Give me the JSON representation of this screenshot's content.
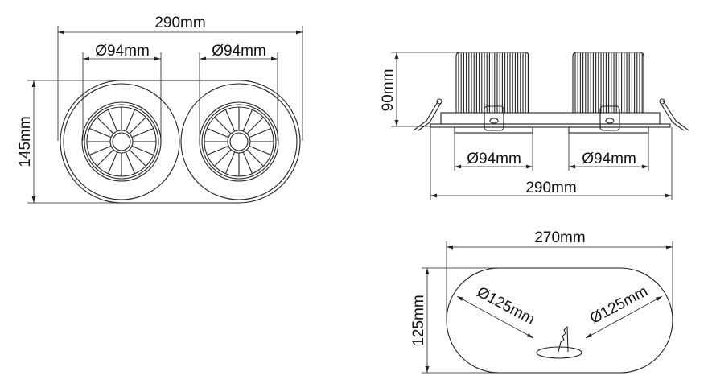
{
  "top_view": {
    "width": "290mm",
    "height": "145mm",
    "diameter_left": "Ø94mm",
    "diameter_right": "Ø94mm"
  },
  "side_view": {
    "height": "90mm",
    "width": "290mm",
    "diameter_left": "Ø94mm",
    "diameter_right": "Ø94mm"
  },
  "cutout_view": {
    "width": "270mm",
    "height": "125mm",
    "diameter_left": "Ø125mm",
    "diameter_right": "Ø125mm"
  },
  "colors": {
    "line": "#222222",
    "background": "#ffffff"
  }
}
